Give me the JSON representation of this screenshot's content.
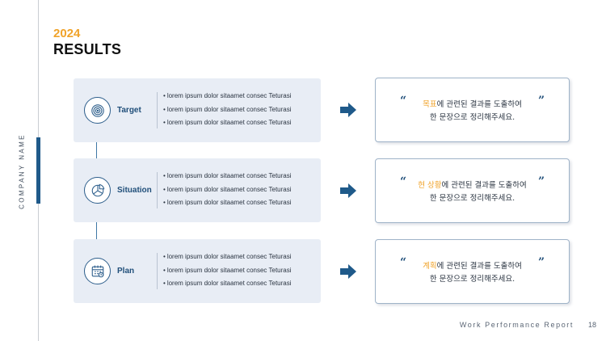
{
  "sidebar": {
    "company": "COMPANY NAME"
  },
  "header": {
    "year": "2024",
    "title": "RESULTS"
  },
  "rows": [
    {
      "label": "Target",
      "icon": "target-icon",
      "bullets": [
        "lorem ipsum dolor sitaamet consec Teturasi",
        "lorem ipsum dolor sitaamet consec Teturasi",
        "lorem ipsum dolor sitaamet consec Teturasi"
      ],
      "quote": {
        "highlight": "목표",
        "rest": "에 관련된 결과를 도출하여",
        "line2": "한 문장으로 정리해주세요."
      }
    },
    {
      "label": "Situation",
      "icon": "pie-chart-icon",
      "bullets": [
        "lorem ipsum dolor sitaamet consec Teturasi",
        "lorem ipsum dolor sitaamet consec Teturasi",
        "lorem ipsum dolor sitaamet consec Teturasi"
      ],
      "quote": {
        "highlight": "현 상황",
        "rest": "에 관련된 결과를 도출하여",
        "line2": "한 문장으로 정리해주세요."
      }
    },
    {
      "label": "Plan",
      "icon": "calendar-icon",
      "bullets": [
        "lorem ipsum dolor sitaamet consec Teturasi",
        "lorem ipsum dolor sitaamet consec Teturasi",
        "lorem ipsum dolor sitaamet consec Teturasi"
      ],
      "quote": {
        "highlight": "계획",
        "rest": "에 관련된 결과를 도출하여",
        "line2": "한 문장으로 정리해주세요."
      }
    }
  ],
  "quote_marks": {
    "open": "“",
    "close": "”"
  },
  "footer": {
    "text": "Work Performance Report",
    "page": "18"
  },
  "colors": {
    "accent": "#f0a32a",
    "primary": "#1f4e79",
    "card_bg": "#e8edf5"
  }
}
